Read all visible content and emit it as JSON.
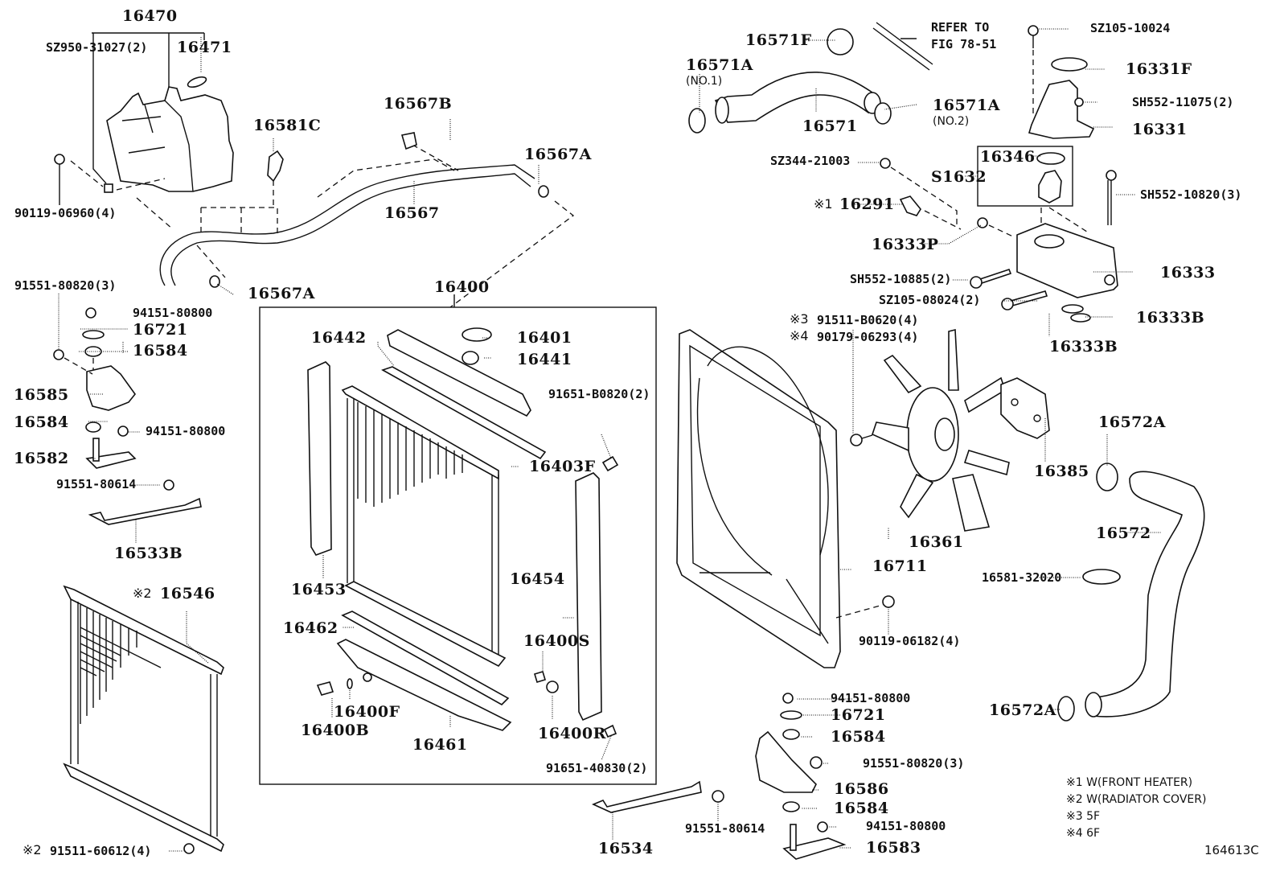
{
  "figure": {
    "figure_number": "164613C",
    "reference": {
      "line1": "REFER TO",
      "line2": "FIG 78-51"
    }
  },
  "labels": {
    "p16470": "16470",
    "sz950_31027": "SZ950-31027(2)",
    "p16471": "16471",
    "b90119_06960": "90119-06960(4)",
    "p16581C": "16581C",
    "p16567B": "16567B",
    "p16567A_top": "16567A",
    "p16567": "16567",
    "p16567A_bottom": "16567A",
    "p16400": "16400",
    "b91551_80820_left": "91551-80820(3)",
    "n94151_80800_a": "94151-80800",
    "p16721_left": "16721",
    "p16584_a": "16584",
    "p16585": "16585",
    "p16584_b": "16584",
    "n94151_80800_b": "94151-80800",
    "p16582": "16582",
    "b91551_80614_left": "91551-80614",
    "p16533B": "16533B",
    "p16546_mark": "※2",
    "p16546": "16546",
    "b91511_60612_mark": "※2",
    "b91511_60612": "91511-60612(4)",
    "p16442": "16442",
    "p16401": "16401",
    "p16441": "16441",
    "b91651_B0820": "91651-B0820(2)",
    "p16403F": "16403F",
    "p16453": "16453",
    "p16454": "16454",
    "p16462": "16462",
    "p16400S": "16400S",
    "p16400F": "16400F",
    "p16400B": "16400B",
    "p16461": "16461",
    "p16400R": "16400R",
    "b91651_40830": "91651-40830(2)",
    "p16571F": "16571F",
    "p16571A_1": "16571A",
    "p16571A_1_note": "(NO.1)",
    "p16571": "16571",
    "p16571A_2": "16571A",
    "p16571A_2_note": "(NO.2)",
    "sz105_10024": "SZ105-10024",
    "p16331F": "16331F",
    "sh552_11075": "SH552-11075(2)",
    "p16331": "16331",
    "sz344_21003": "SZ344-21003",
    "p16346": "16346",
    "s1632": "S1632",
    "p16291_mark": "※1",
    "p16291": "16291",
    "sh552_10820": "SH552-10820(3)",
    "p16333P": "16333P",
    "sh552_10885": "SH552-10885(2)",
    "p16333": "16333",
    "sz105_08024": "SZ105-08024(2)",
    "p16333B_right": "16333B",
    "p16333B_below": "16333B",
    "b91511_B0620_mark": "※3",
    "b91511_B0620": "91511-B0620(4)",
    "b90179_06293_mark": "※4",
    "b90179_06293": "90179-06293(4)",
    "p16385": "16385",
    "p16572A_top": "16572A",
    "p16361": "16361",
    "p16572": "16572",
    "p16711": "16711",
    "p16581_32020": "16581-32020",
    "b90119_06182": "90119-06182(4)",
    "p16572A_bottom": "16572A",
    "n94151_80800_c": "94151-80800",
    "p16721_right": "16721",
    "p16584_c": "16584",
    "b91551_80820_right": "91551-80820(3)",
    "p16586": "16586",
    "p16584_d": "16584",
    "n94151_80800_d": "94151-80800",
    "p16583": "16583",
    "p16534": "16534",
    "b91551_80614_right": "91551-80614"
  },
  "legend": [
    {
      "mark": "※1",
      "text": "W(FRONT HEATER)"
    },
    {
      "mark": "※2",
      "text": "W(RADIATOR COVER)"
    },
    {
      "mark": "※3",
      "text": "5F"
    },
    {
      "mark": "※4",
      "text": "6F"
    }
  ]
}
